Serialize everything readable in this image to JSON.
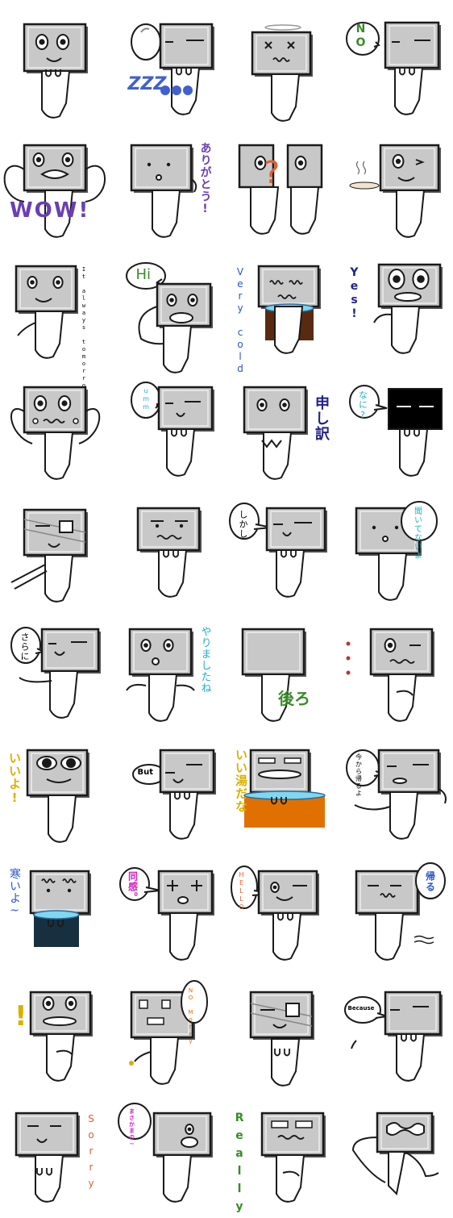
{
  "colors": {
    "face": "#c8c8c8",
    "outline": "#1a1a1a",
    "zzz": "#4060d0",
    "wow": "#6a3fb5",
    "teal": "#20b0c0",
    "blue": "#2a55c8",
    "green": "#3a8a2a",
    "orange": "#e07000",
    "magenta": "#d020c0",
    "navy": "#22228a",
    "brown": "#5a2a10",
    "gold": "#d8b000",
    "red": "#e06030"
  },
  "stickers": [
    {
      "id": 1,
      "text": ""
    },
    {
      "id": 2,
      "text": "ZZZ"
    },
    {
      "id": 3,
      "text": ""
    },
    {
      "id": 4,
      "text": "NO"
    },
    {
      "id": 5,
      "text": "WOW!"
    },
    {
      "id": 6,
      "text": "ありがとう!"
    },
    {
      "id": 7,
      "text": "?"
    },
    {
      "id": 8,
      "text": ""
    },
    {
      "id": 9,
      "text": "It always tomorrow"
    },
    {
      "id": 10,
      "text": "Hi"
    },
    {
      "id": 11,
      "text": "Very cold"
    },
    {
      "id": 12,
      "text": "Yes!"
    },
    {
      "id": 13,
      "text": ""
    },
    {
      "id": 14,
      "text": "umm"
    },
    {
      "id": 15,
      "text": "申し訳"
    },
    {
      "id": 16,
      "text": "なに?"
    },
    {
      "id": 17,
      "text": ""
    },
    {
      "id": 18,
      "text": ""
    },
    {
      "id": 19,
      "text": "しかし"
    },
    {
      "id": 20,
      "text": "聞いてないよ"
    },
    {
      "id": 21,
      "text": "さらに"
    },
    {
      "id": 22,
      "text": "やりましたね"
    },
    {
      "id": 23,
      "text": "後ろ"
    },
    {
      "id": 24,
      "text": "・・・"
    },
    {
      "id": 25,
      "text": "いいよ!"
    },
    {
      "id": 26,
      "text": "But"
    },
    {
      "id": 27,
      "text": "いい湯だな"
    },
    {
      "id": 28,
      "text": "今から帰るよ"
    },
    {
      "id": 29,
      "text": "寒いよ~"
    },
    {
      "id": 30,
      "text": "同感。"
    },
    {
      "id": 31,
      "text": "HELLO"
    },
    {
      "id": 32,
      "text": "帰る"
    },
    {
      "id": 33,
      "text": "!"
    },
    {
      "id": 34,
      "text": "NO Money"
    },
    {
      "id": 35,
      "text": ""
    },
    {
      "id": 36,
      "text": "Because"
    },
    {
      "id": 37,
      "text": "Sorry"
    },
    {
      "id": 38,
      "text": "まさかまの~"
    },
    {
      "id": 39,
      "text": "Really"
    },
    {
      "id": 40,
      "text": ""
    }
  ]
}
